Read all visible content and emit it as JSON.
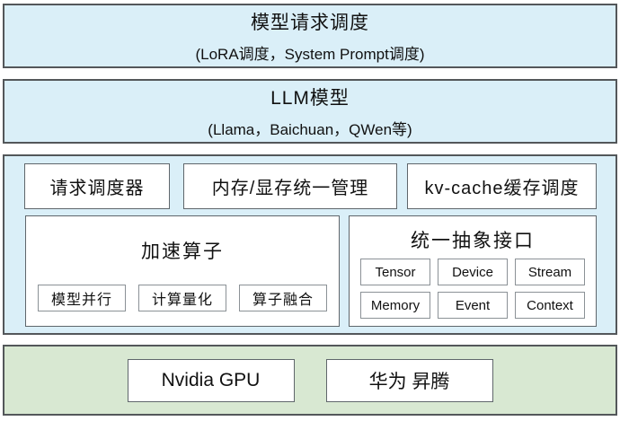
{
  "colors": {
    "blue": "#daeff8",
    "green": "#d8e8d2",
    "border_dark": "#53575a",
    "border_box": "#5f666b",
    "border_sub": "#8b9196",
    "text": "#111111"
  },
  "layers": {
    "scheduling": {
      "title": "模型请求调度",
      "subtitle": "(LoRA调度，System Prompt调度)"
    },
    "models": {
      "title": "LLM模型",
      "subtitle": "(Llama，Baichuan，QWen等)"
    },
    "runtime": {
      "top_boxes": [
        {
          "label": "请求调度器"
        },
        {
          "label": "内存/显存统一管理"
        },
        {
          "label": "kv-cache缓存调度"
        }
      ],
      "accelerated_ops": {
        "title": "加速算子",
        "items": [
          "模型并行",
          "计算量化",
          "算子融合"
        ]
      },
      "abstract_interface": {
        "title": "统一抽象接口",
        "items": [
          "Tensor",
          "Device",
          "Stream",
          "Memory",
          "Event",
          "Context"
        ]
      }
    },
    "hardware": {
      "items": [
        "Nvidia GPU",
        "华为 昇腾"
      ]
    }
  }
}
